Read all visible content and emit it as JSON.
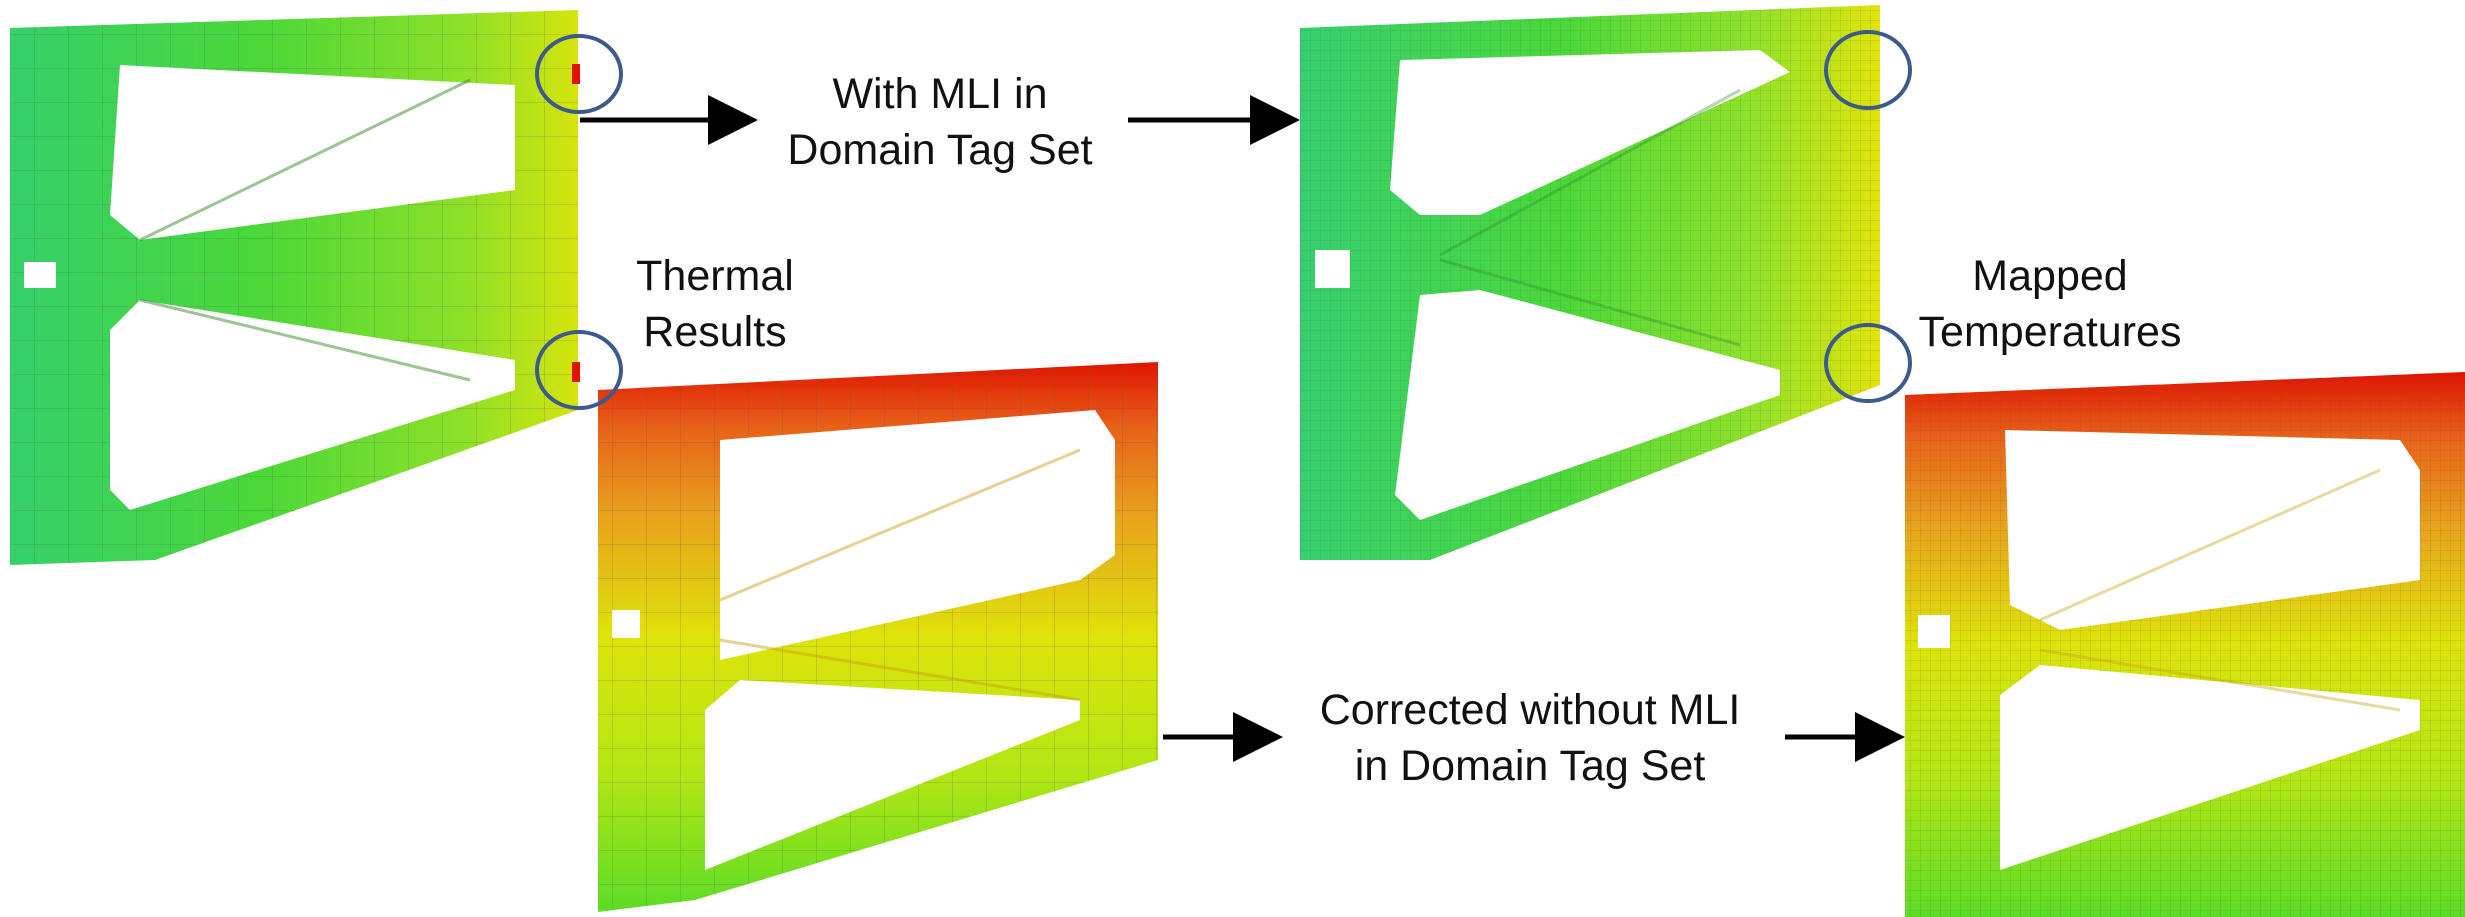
{
  "labels": {
    "with_mli": [
      "With MLI in",
      "Domain Tag Set"
    ],
    "thermal_results": [
      "Thermal",
      "Results"
    ],
    "mapped_temperatures": [
      "Mapped",
      "Temperatures"
    ],
    "corrected": [
      "Corrected without MLI",
      "in Domain Tag Set"
    ]
  },
  "colors": {
    "hot": "#e01400",
    "warm_orange": "#e8781a",
    "warm": "#e8a21c",
    "yellow": "#e0e00a",
    "yellow_green": "#b8e614",
    "green": "#62e024",
    "cool_green": "#38d46c",
    "mesh_line": "#5a5a5a",
    "highlight_circle": "#3c5a8c",
    "arrow": "#000000"
  }
}
